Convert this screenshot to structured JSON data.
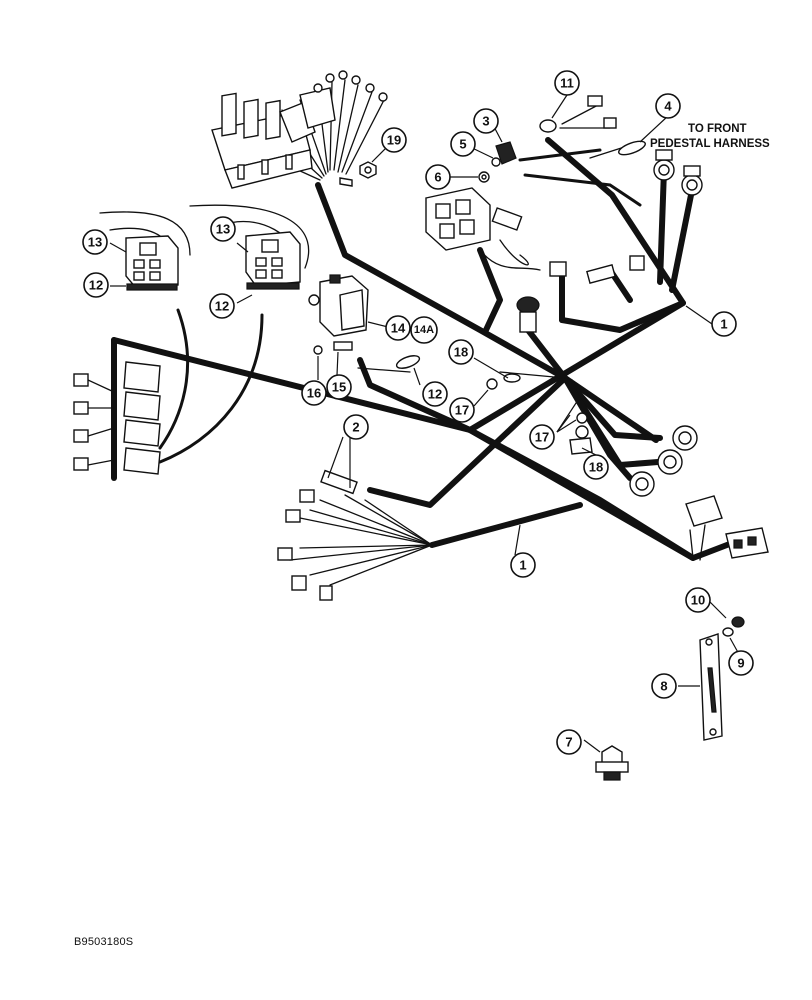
{
  "note": {
    "line1": "TO FRONT",
    "line2": "PEDESTAL HARNESS"
  },
  "figure_id": "B9503180S",
  "callouts": {
    "c1a": "1",
    "c1b": "1",
    "c2": "2",
    "c3": "3",
    "c4": "4",
    "c5": "5",
    "c6": "6",
    "c7": "7",
    "c8": "8",
    "c9": "9",
    "c10": "10",
    "c11": "11",
    "c12a": "12",
    "c12b": "12",
    "c12c": "12",
    "c13a": "13",
    "c13b": "13",
    "c14": "14",
    "c14a": "14A",
    "c15": "15",
    "c16": "16",
    "c17a": "17",
    "c17b": "17",
    "c18a": "18",
    "c18b": "18",
    "c19": "19"
  }
}
